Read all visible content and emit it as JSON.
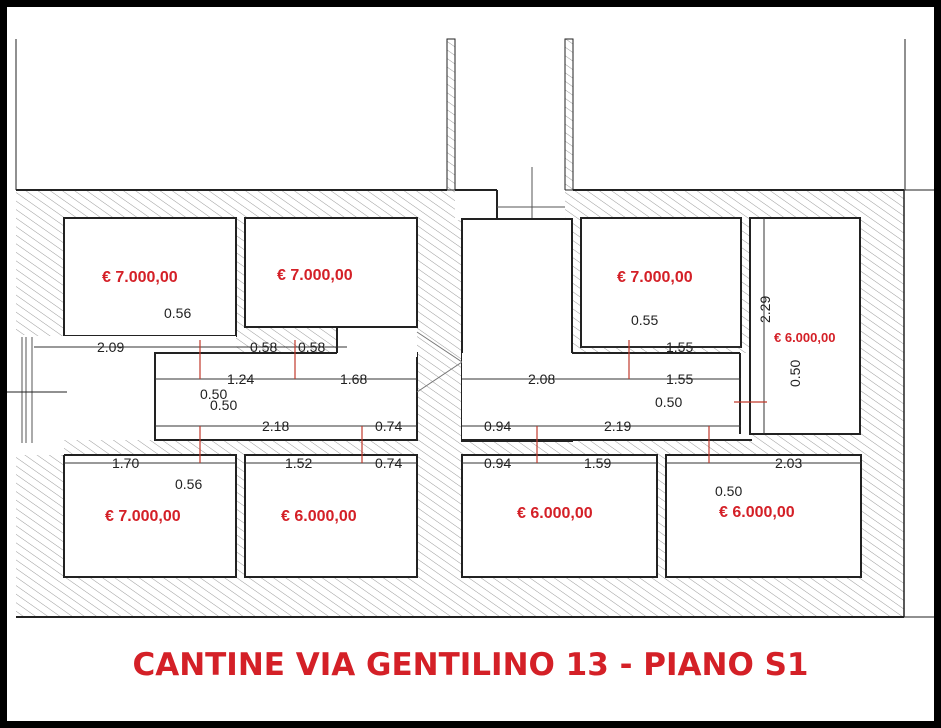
{
  "title": "CANTINE VIA GENTILINO 13 - PIANO S1",
  "colors": {
    "price": "#d42027",
    "wall_line": "#222222",
    "hatch": "#9a9a9a",
    "frame": "#000000"
  },
  "units": [
    {
      "id": "top-left-1",
      "price": "€ 7.000,00"
    },
    {
      "id": "top-left-2",
      "price": "€ 7.000,00"
    },
    {
      "id": "top-right-1",
      "price": "€ 7.000,00"
    },
    {
      "id": "right-tall",
      "price": "€ 6.000,00"
    },
    {
      "id": "bottom-left-1",
      "price": "€ 7.000,00"
    },
    {
      "id": "bottom-left-2",
      "price": "€ 6.000,00"
    },
    {
      "id": "bottom-right-1",
      "price": "€ 6.000,00"
    },
    {
      "id": "bottom-right-2",
      "price": "€ 6.000,00"
    }
  ],
  "dimensions": {
    "upper_row": [
      "2.09",
      "0.56",
      "0.58",
      "0.58",
      "1.24",
      "1.68",
      "0.50",
      "0.50",
      "2.08",
      "0.55",
      "1.55",
      "1.55",
      "2.29",
      "0.50",
      "0.50"
    ],
    "corridor_row": [
      "2.18",
      "0.74",
      "0.94",
      "2.19"
    ],
    "lower_row": [
      "1.70",
      "0.56",
      "1.52",
      "0.74",
      "0.94",
      "1.59",
      "2.03",
      "0.50"
    ]
  }
}
